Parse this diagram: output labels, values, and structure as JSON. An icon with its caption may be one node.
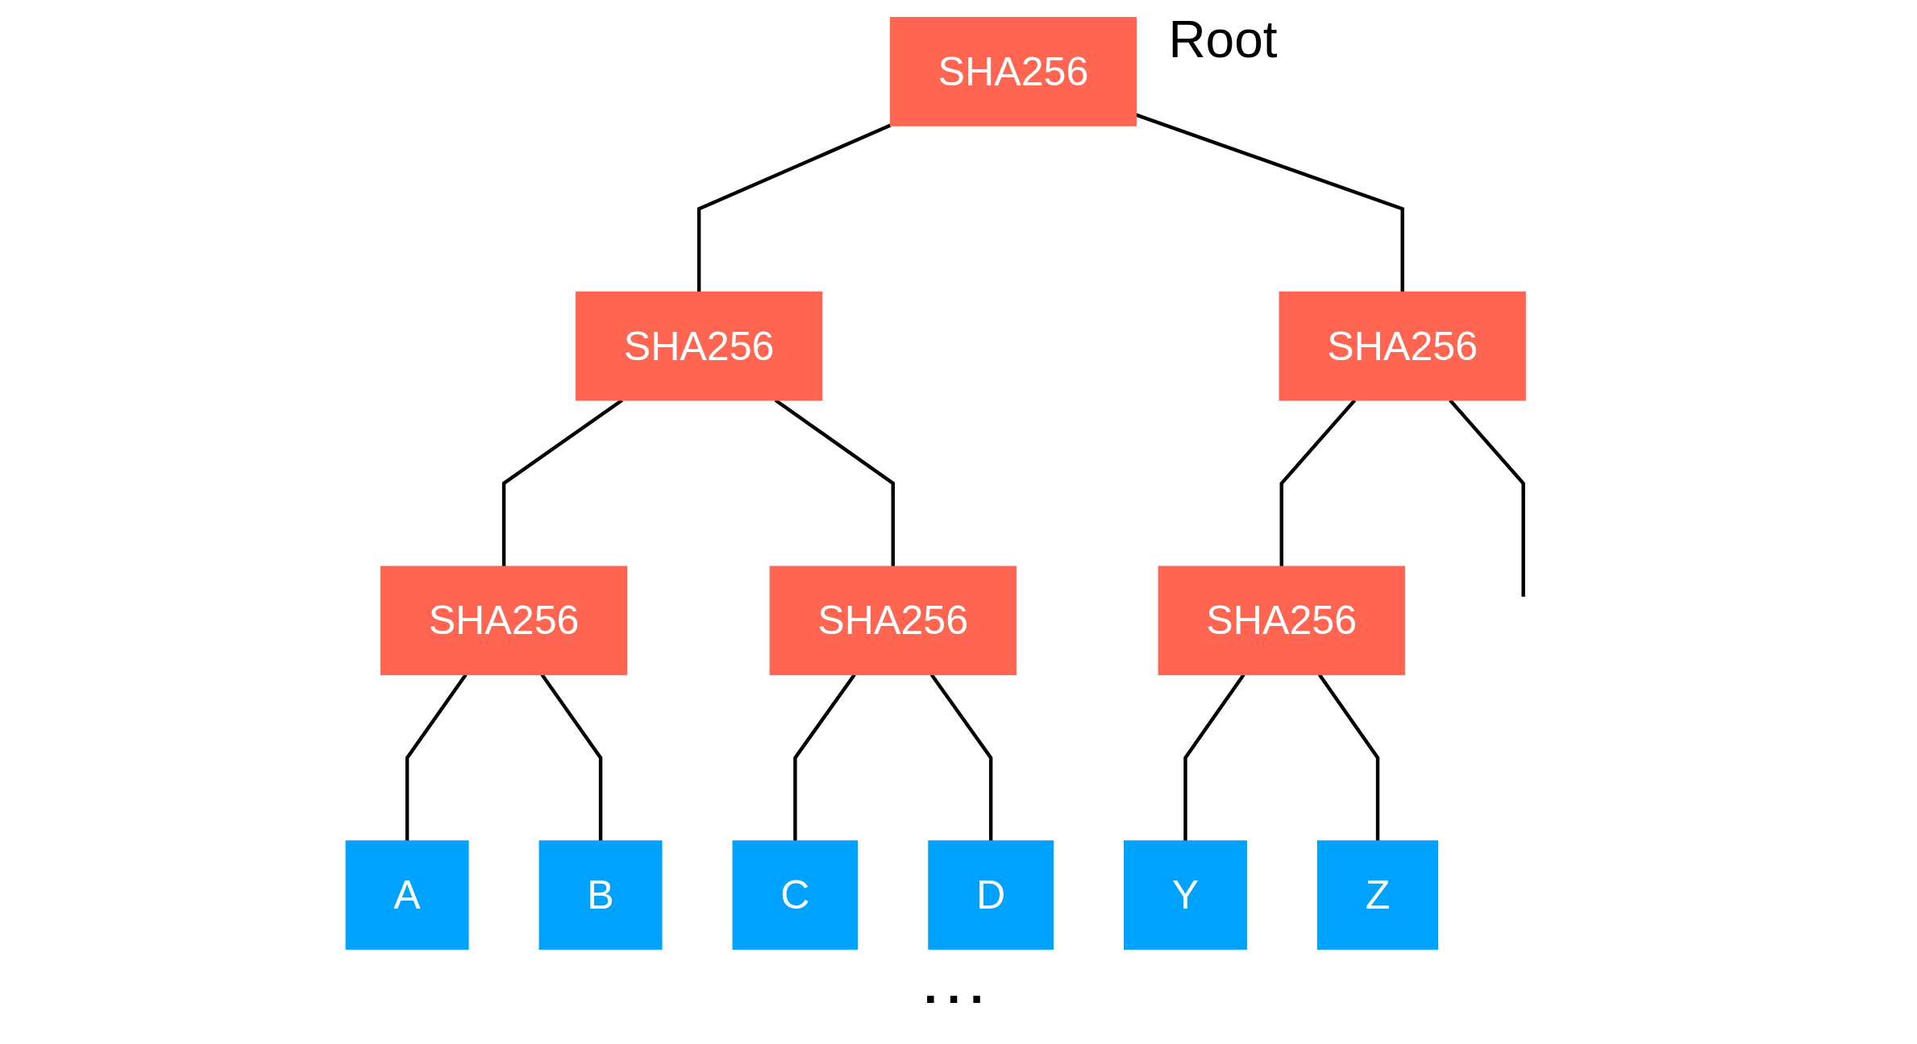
{
  "diagram": {
    "nodes": [
      {
        "text": [
          "SHA256"
        ],
        "beside": [
          "Root"
        ]
      },
      {
        "text": [
          "SHA256"
        ]
      },
      {
        "text": [
          "SHA256"
        ]
      },
      {
        "text": [
          "SHA256"
        ]
      },
      {
        "text": [
          "SHA256"
        ]
      },
      {
        "text": [
          "SHA256"
        ]
      },
      {
        "text": [
          "A"
        ]
      },
      {
        "text": [
          "B"
        ]
      },
      {
        "text": [
          "C"
        ]
      },
      {
        "text": [
          "D"
        ]
      },
      {
        "text": [
          "Y"
        ]
      },
      {
        "text": [
          "Z"
        ]
      }
    ],
    "edges": [
      {
        "from": 0,
        "to": 1,
        "arrow": "none"
      },
      {
        "from": 0,
        "to": 2,
        "arrow": "none"
      },
      {
        "from": 1,
        "to": 3,
        "arrow": "none"
      },
      {
        "from": 1,
        "to": 4,
        "arrow": "none"
      },
      {
        "from": 2,
        "to": null,
        "arrow": "none"
      },
      {
        "from": 2,
        "to": 5,
        "arrow": "none"
      },
      {
        "from": 3,
        "to": 6,
        "arrow": "none"
      },
      {
        "from": 3,
        "to": 7,
        "arrow": "none"
      },
      {
        "from": 4,
        "to": 8,
        "arrow": "none"
      },
      {
        "from": 4,
        "to": 9,
        "arrow": "none"
      },
      {
        "from": 5,
        "to": 10,
        "arrow": "none"
      },
      {
        "from": 5,
        "to": 11,
        "arrow": "none"
      }
    ],
    "labels": [
      "..."
    ]
  }
}
